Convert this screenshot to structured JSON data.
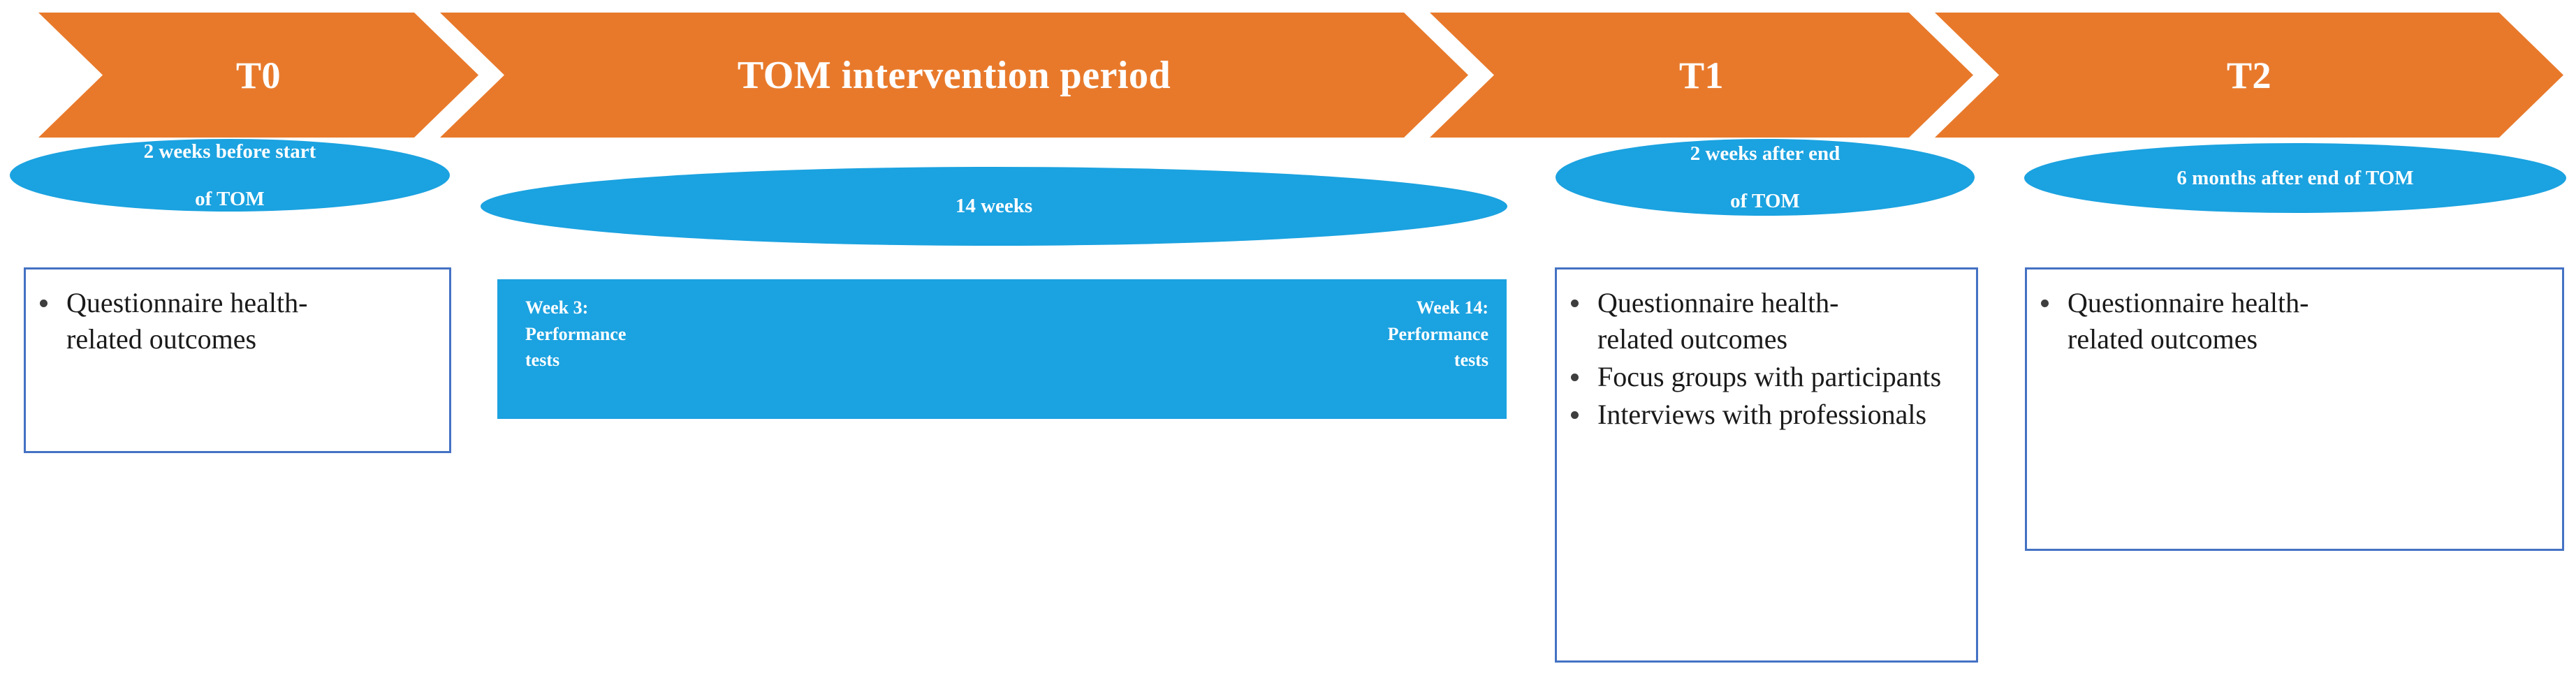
{
  "diagram": {
    "title": "TOM study timeline",
    "colors": {
      "arrow_orange": "#E8792B",
      "ellipse_blue": "#1BA2E0",
      "band_blue": "#1BA2E0",
      "box_border_blue": "#4472C4",
      "arrow_text": "#FFFFFF",
      "body_text": "#1A1A1A",
      "background": "#FFFFFF"
    },
    "phases": [
      {
        "id": "t0",
        "arrow_label": "T0",
        "timing_label": "2 weeks before start of TOM",
        "timing_lines": [
          "2 weeks before start",
          "of TOM"
        ],
        "outcomes": [
          "Questionnaire health-related outcomes"
        ]
      },
      {
        "id": "tom",
        "arrow_label": "TOM intervention period",
        "timing_label": "14 weeks",
        "timing_lines": [
          "14 weeks"
        ],
        "band_markers": [
          {
            "id": "week-3",
            "lines": [
              "Week 3:",
              "Performance",
              "tests"
            ],
            "align": "left"
          },
          {
            "id": "week-14",
            "lines": [
              "Week 14:",
              "Performance",
              "tests"
            ],
            "align": "right"
          }
        ],
        "outcomes": []
      },
      {
        "id": "t1",
        "arrow_label": "T1",
        "timing_label": "2 weeks after end of TOM",
        "timing_lines": [
          "2 weeks after end",
          "of TOM"
        ],
        "outcomes": [
          "Questionnaire health-related outcomes",
          "Focus groups with participants",
          "Interviews with professionals"
        ]
      },
      {
        "id": "t2",
        "arrow_label": "T2",
        "timing_label": "6 months after end of TOM",
        "timing_lines": [
          "6 months after end of TOM"
        ],
        "outcomes": [
          "Questionnaire health-related outcomes"
        ]
      }
    ]
  }
}
